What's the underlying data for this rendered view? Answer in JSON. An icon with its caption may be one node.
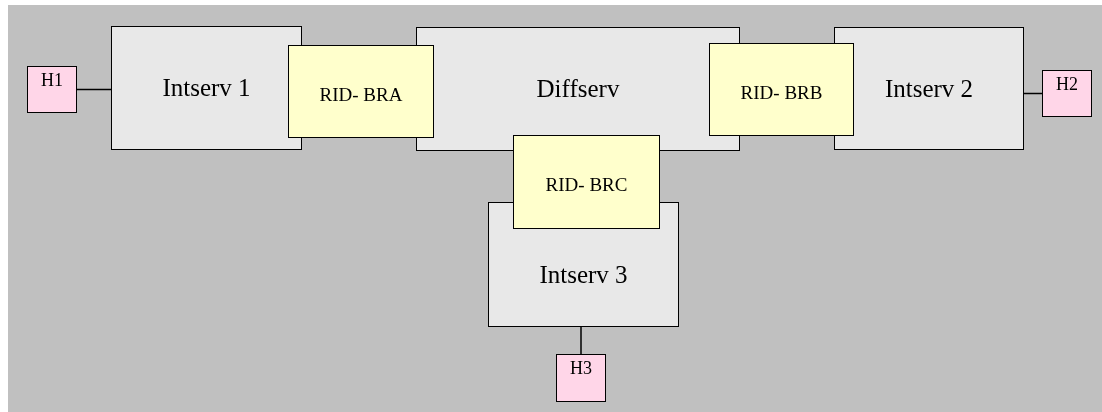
{
  "diagram": {
    "nodes": [
      {
        "text": [
          "H1"
        ]
      },
      {
        "text": [
          "Intserv 1"
        ]
      },
      {
        "text": [
          "RID- BRA"
        ]
      },
      {
        "text": [
          "Diffserv"
        ]
      },
      {
        "text": [
          "RID- BRB"
        ]
      },
      {
        "text": [
          "Intserv 2"
        ]
      },
      {
        "text": [
          "H2"
        ]
      },
      {
        "text": [
          "RID- BRC"
        ]
      },
      {
        "text": [
          "Intserv 3"
        ]
      },
      {
        "text": [
          "H3"
        ]
      }
    ],
    "edges": [
      {
        "from": 0,
        "to": 1,
        "arrow": "none"
      },
      {
        "from": 5,
        "to": 6,
        "arrow": "none"
      },
      {
        "from": 8,
        "to": 9,
        "arrow": "none"
      }
    ]
  }
}
